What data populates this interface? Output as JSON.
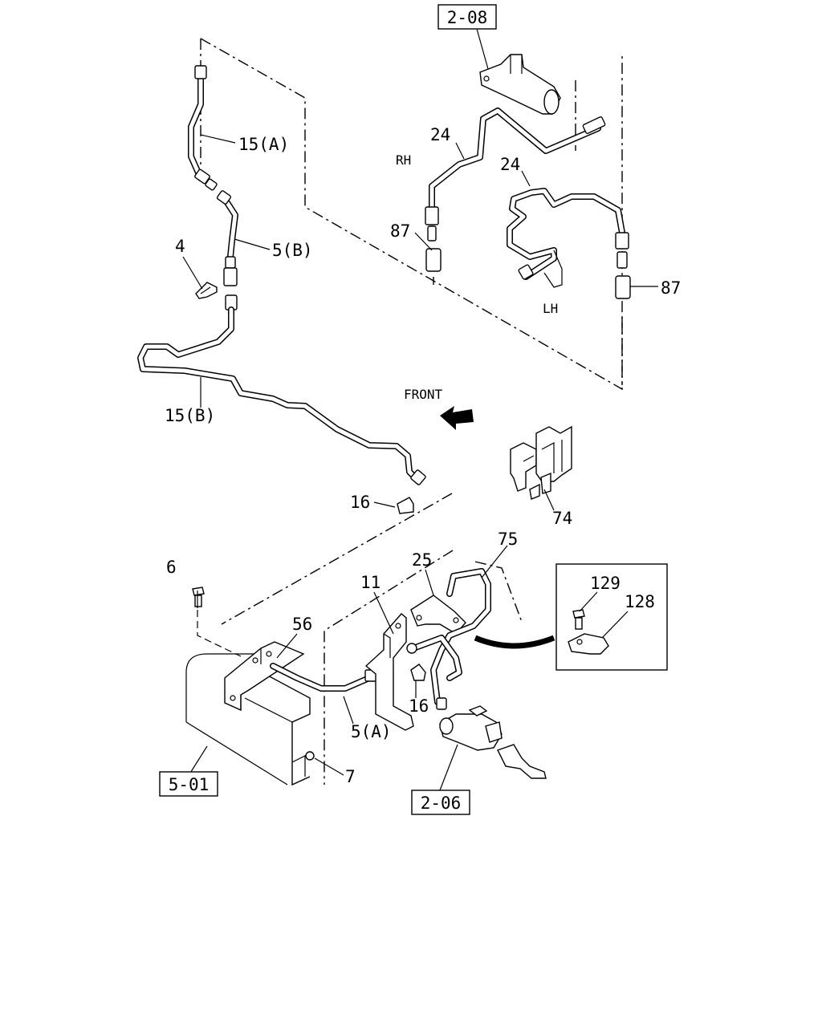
{
  "diagram": {
    "references": {
      "ref_2_08": "2-08",
      "ref_5_01": "5-01",
      "ref_2_06": "2-06"
    },
    "side_labels": {
      "rh": "RH",
      "lh": "LH"
    },
    "direction": {
      "front": "FRONT"
    },
    "callouts": {
      "c_15a": "15(A)",
      "c_5b": "5(B)",
      "c_4": "4",
      "c_15b": "15(B)",
      "c_24_rh": "24",
      "c_24_lh": "24",
      "c_87_rh": "87",
      "c_87_lh": "87",
      "c_74": "74",
      "c_16_top": "16",
      "c_6": "6",
      "c_56": "56",
      "c_11": "11",
      "c_25": "25",
      "c_75": "75",
      "c_129": "129",
      "c_128": "128",
      "c_16_bottom": "16",
      "c_5a": "5(A)",
      "c_7": "7"
    }
  }
}
